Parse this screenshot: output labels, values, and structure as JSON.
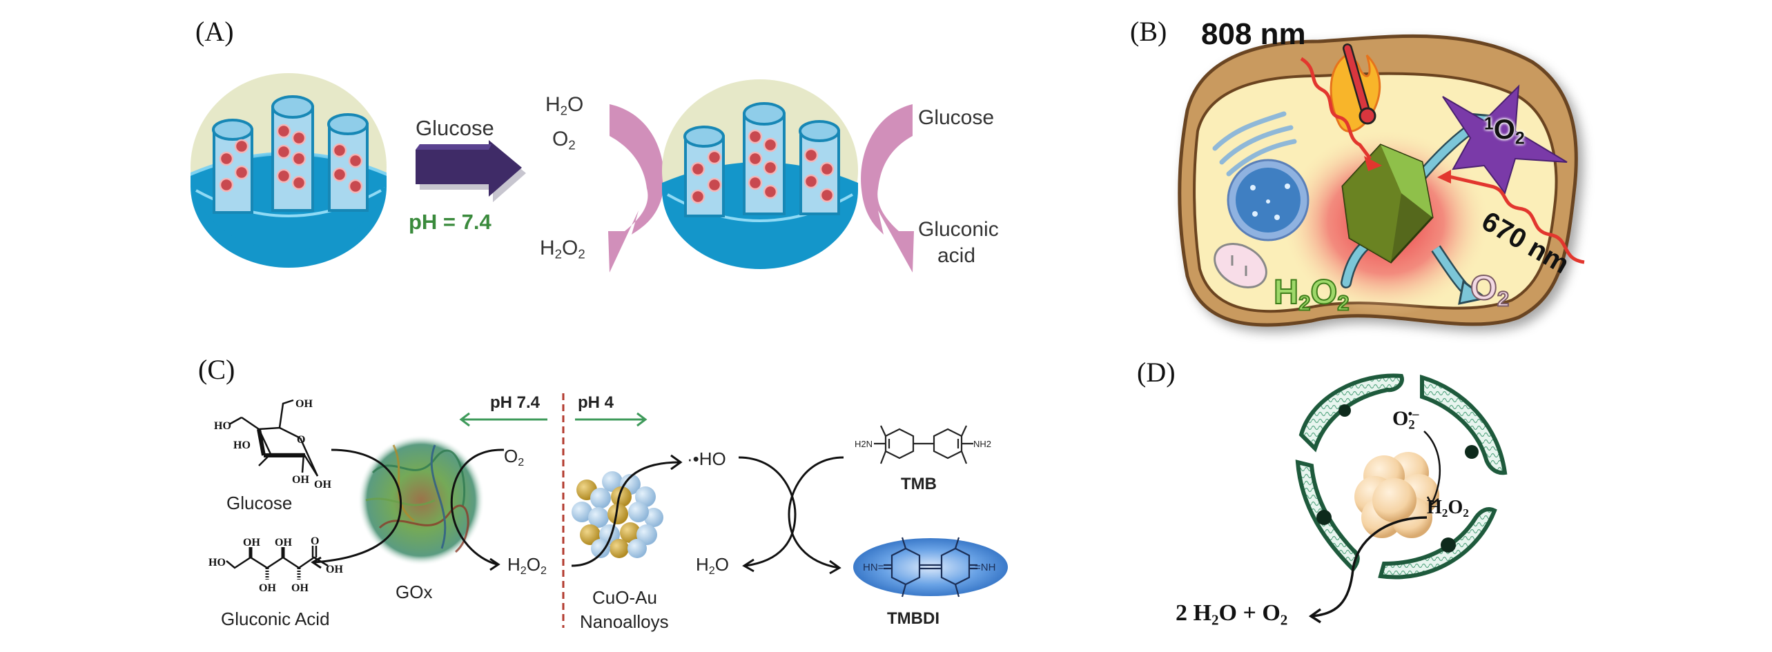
{
  "figure": {
    "panels": [
      {
        "id": "A",
        "label": "(A)",
        "condition": "pH = 7.4",
        "input_label": "Glucose",
        "left_cycle": {
          "top_line1": "H2O",
          "top_line1_main": "H",
          "top_line1_sub": "2",
          "top_line1_tail": "O",
          "top_line2_main": "O",
          "top_line2_sub": "2",
          "bottom_main1": "H",
          "bottom_sub1": "2",
          "bottom_main2": "O",
          "bottom_sub2": "2"
        },
        "right_cycle": {
          "top": "Glucose",
          "bottom_line1": "Gluconic",
          "bottom_line2": "acid"
        },
        "colors": {
          "shell": "#1e9bd0",
          "cap": "#e6e8c8",
          "pore": "#a9d8ef",
          "cargo": "#c8494f",
          "arrow": "#3f2b67",
          "cycle_arrow": "#d18fba",
          "condition_text": "#3a8a3c"
        }
      },
      {
        "id": "B",
        "label": "(B)",
        "laser1": "808 nm",
        "laser2": "670 nm",
        "substrate_main1": "H",
        "substrate_sub1": "2",
        "substrate_main2": "O",
        "substrate_sub2": "2",
        "product_main": "O",
        "product_sub": "2",
        "singlet_sup": "1",
        "singlet_main": "O",
        "singlet_sub": "2",
        "colors": {
          "membrane": "#c99a5e",
          "cytoplasm": "#fbeeb8",
          "nucleus": "#3f7fc2",
          "cube": "#7fa632",
          "star": "#7a3aa8",
          "heat": "#e8323c",
          "flow_arrow": "#7cc6d8",
          "substrate_text": "#79c14a"
        }
      },
      {
        "id": "C",
        "label": "(C)",
        "ph_left": "pH 7.4",
        "ph_right": "pH 4",
        "glucose_label": "Glucose",
        "gluconic_label": "Gluconic Acid",
        "enzyme_label": "GOx",
        "nano_label_line1": "CuO-Au",
        "nano_label_line2": "Nanoalloys",
        "o2_main": "O",
        "o2_sub": "2",
        "h2o2_main1": "H",
        "h2o2_sub1": "2",
        "h2o2_main2": "O",
        "h2o2_sub2": "2",
        "radical": "·•HO",
        "water_main1": "H",
        "water_sub": "2",
        "water_main2": "O",
        "tmb_label": "TMB",
        "tmbdi_label": "TMBDI",
        "tmb_left_group": "H2N",
        "tmb_right_group": "NH2",
        "tmbdi_left_group": "HN=",
        "tmbdi_right_group": "=NH",
        "glucose_groups": [
          "OH",
          "HO",
          "HO",
          "O",
          "OH",
          "OH"
        ],
        "gluconic_groups": [
          "HO",
          "OH",
          "OH",
          "O",
          "OH",
          "OH",
          "OH"
        ],
        "colors": {
          "ph_arrow": "#3e9a5a",
          "divider": "#b23a2e",
          "cu": "#a9cbe6",
          "au": "#c9a132",
          "tmbdi_bg": "#3f86d6"
        }
      },
      {
        "id": "D",
        "label": "(D)",
        "superoxide_main": "O",
        "superoxide_sub": "2",
        "superoxide_charge": "•–",
        "h2o2_main1": "H",
        "h2o2_sub1": "2",
        "h2o2_main2": "O",
        "h2o2_sub2": "2",
        "products": {
          "p1": "2 H",
          "p1_sub": "2",
          "p2": "O + O",
          "p2_sub": "2"
        },
        "colors": {
          "protein": "#2e8c63",
          "cluster": "#f5d3a4"
        }
      }
    ]
  }
}
